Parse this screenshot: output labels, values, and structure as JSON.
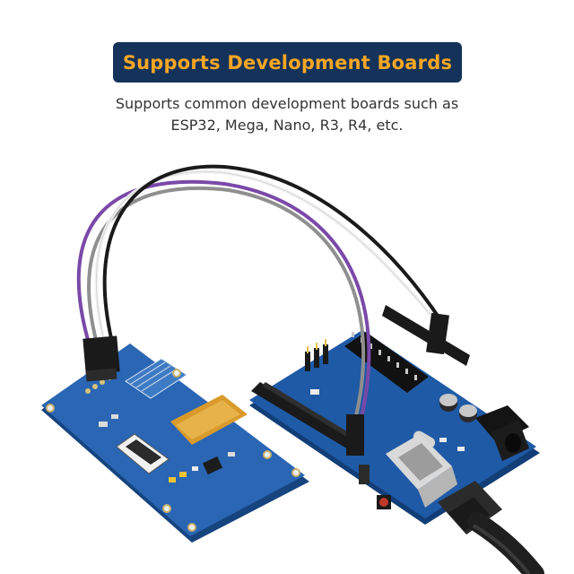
{
  "header": {
    "title": "Supports Development Boards",
    "subtitle_line1": "Supports common development boards such as",
    "subtitle_line2": "ESP32, Mega, Nano, R3, R4, etc."
  },
  "colors": {
    "banner_background": "#15325a",
    "banner_text": "#f5a623",
    "pcb_blue": "#1f5aa6",
    "wire_purple": "#7a49a8",
    "wire_black": "#1a1a1a",
    "wire_gray": "#8f8f8f",
    "wire_white": "#f2f2f2"
  }
}
